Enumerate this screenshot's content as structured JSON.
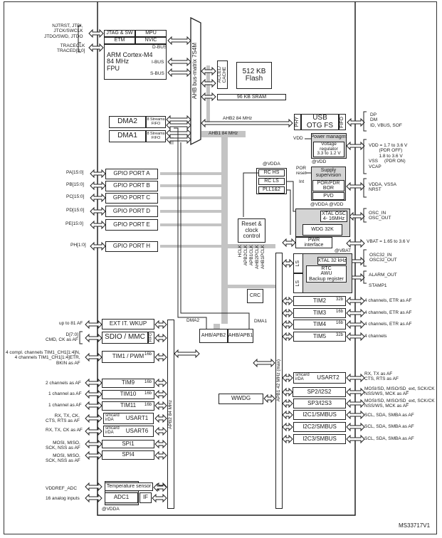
{
  "colors": {
    "line": "#222222",
    "bus_grey": "#c4c4c4",
    "shaded": "#d4d4d4"
  },
  "blocks": [
    {
      "id": "jtag",
      "label": "JTAG & SW"
    },
    {
      "id": "mpu",
      "label": "MPU"
    },
    {
      "id": "etm",
      "label": "ETM"
    },
    {
      "id": "nvic",
      "label": "NVIC"
    },
    {
      "id": "cortex",
      "label": "ARM Cortex-M4\n84 MHz\nFPU"
    },
    {
      "id": "accel",
      "label": "ACCEL/\nCACHE"
    },
    {
      "id": "flash",
      "label": "512 KB\nFlash"
    },
    {
      "id": "sram",
      "label": "96 KB SRAM"
    },
    {
      "id": "dma2",
      "label": "DMA2"
    },
    {
      "id": "dma2f",
      "label": "8 Streams\nFIFO"
    },
    {
      "id": "dma1",
      "label": "DMA1"
    },
    {
      "id": "dma1f",
      "label": "8 Streams\nFIFO"
    },
    {
      "id": "usbphy",
      "label": "PHY"
    },
    {
      "id": "usb",
      "label": "USB\nOTG FS"
    },
    {
      "id": "usbfifo",
      "label": "FIFO"
    },
    {
      "id": "gpioa",
      "label": "GPIO PORT A"
    },
    {
      "id": "gpiob",
      "label": "GPIO PORT B"
    },
    {
      "id": "gpioc",
      "label": "GPIO PORT C"
    },
    {
      "id": "gpiod",
      "label": "GPIO PORT D"
    },
    {
      "id": "gpioe",
      "label": "GPIO PORT E"
    },
    {
      "id": "gpioh",
      "label": "GPIO PORT H"
    },
    {
      "id": "pwrmgmt",
      "label": "Power managmt"
    },
    {
      "id": "vreg",
      "label": "Voltage\nregulator\n3.3 to 1.2 V"
    },
    {
      "id": "rcbox",
      "label": ""
    },
    {
      "id": "rchs",
      "label": "RC HS"
    },
    {
      "id": "rcls",
      "label": "RC LS"
    },
    {
      "id": "pll",
      "label": "PLL1&2"
    },
    {
      "id": "supply",
      "label": "Supply\nsupervision"
    },
    {
      "id": "por",
      "label": "POR/PDR\nBOR"
    },
    {
      "id": "pvd",
      "label": "PVD"
    },
    {
      "id": "oscbox",
      "label": ""
    },
    {
      "id": "xtal",
      "label": "XTAL OSC\n4- 16MHz"
    },
    {
      "id": "wdg",
      "label": "WDG 32K"
    },
    {
      "id": "pwrif",
      "label": "PWR\ninterface"
    },
    {
      "id": "rtcbox",
      "label": ""
    },
    {
      "id": "ls1",
      "label": "LS"
    },
    {
      "id": "ls2",
      "label": "LS"
    },
    {
      "id": "xtal32",
      "label": "XTAL 32 kHz"
    },
    {
      "id": "rtc",
      "label": "RTC\nAWU\nBackup register"
    },
    {
      "id": "rcc",
      "label": "Reset &\nclock\ncontrol"
    },
    {
      "id": "crc",
      "label": "CRC"
    },
    {
      "id": "ahbapb2",
      "label": "AHB/APB2"
    },
    {
      "id": "ahbapb1",
      "label": "AHB/APB1"
    },
    {
      "id": "apb2bus",
      "label": "APB2 84 MHz"
    },
    {
      "id": "apb1bus",
      "label": "APB1 42 MHz (max)"
    },
    {
      "id": "extit",
      "label": "EXT IT. WKUP"
    },
    {
      "id": "sdio",
      "label": "SDIO / MMC"
    },
    {
      "id": "sdiofifo",
      "label": "FIFO"
    },
    {
      "id": "tim1",
      "label": "TIM1 / PWM",
      "tag": "16b"
    },
    {
      "id": "tim9",
      "label": "TIM9",
      "tag": "16b"
    },
    {
      "id": "tim10",
      "label": "TIM10",
      "tag": "16b"
    },
    {
      "id": "tim11",
      "label": "TIM11",
      "tag": "16b"
    },
    {
      "id": "usart1",
      "label": "USART1",
      "tag": "smcard\nirDA"
    },
    {
      "id": "usart6",
      "label": "USART6",
      "tag": "smcard\nirDA"
    },
    {
      "id": "spi1",
      "label": "SPI1"
    },
    {
      "id": "spi4",
      "label": "SPI4"
    },
    {
      "id": "adcbox",
      "label": ""
    },
    {
      "id": "temp",
      "label": "Temperature sensor"
    },
    {
      "id": "adc1",
      "label": "ADC1"
    },
    {
      "id": "adcif",
      "label": "IF"
    },
    {
      "id": "tim2",
      "label": "TIM2",
      "tag": "32b"
    },
    {
      "id": "tim3",
      "label": "TIM3",
      "tag": "16b"
    },
    {
      "id": "tim4",
      "label": "TIM4",
      "tag": "16b"
    },
    {
      "id": "tim5",
      "label": "TIM5",
      "tag": "32b"
    },
    {
      "id": "usart2",
      "label": "USART2",
      "tag": "smcard\nirDA"
    },
    {
      "id": "spi2",
      "label": "SP2/I2S2"
    },
    {
      "id": "spi3",
      "label": "SP3/I2S3"
    },
    {
      "id": "i2c1",
      "label": "I2C1/SMBUS"
    },
    {
      "id": "i2c2",
      "label": "I2C2/SMBUS"
    },
    {
      "id": "i2c3",
      "label": "I2C3/SMBUS"
    },
    {
      "id": "wwdg",
      "label": "WWDG"
    }
  ],
  "texts": [
    {
      "id": "sig-jtag",
      "label": "NJTRST, JTDI,\nJTCK/SWCLK\nJTDO/SWD, JTDO"
    },
    {
      "id": "sig-trace",
      "label": "TRACECLK\nTRACED[3:0]"
    },
    {
      "id": "dbus",
      "label": "D-BUS"
    },
    {
      "id": "ibus",
      "label": "I-BUS"
    },
    {
      "id": "sbus",
      "label": "S-BUS"
    },
    {
      "id": "busmatrix",
      "label": "AHB bus-matrix 7S4M"
    },
    {
      "id": "ahb2",
      "label": "AHB2 84 MHz"
    },
    {
      "id": "ahb1",
      "label": "AHB1 84 MHz"
    },
    {
      "id": "sig-pa",
      "label": "PA[15:0]"
    },
    {
      "id": "sig-pb",
      "label": "PB[15:0]"
    },
    {
      "id": "sig-pc",
      "label": "PC[15:0]"
    },
    {
      "id": "sig-pd",
      "label": "PD[15:0]"
    },
    {
      "id": "sig-pe",
      "label": "PE[15:0]"
    },
    {
      "id": "sig-ph",
      "label": "PH[1:0]"
    },
    {
      "id": "sig-usb",
      "label": "DP\nDM\nID, VBUS, SOF"
    },
    {
      "id": "vdd-out",
      "label": "VDD"
    },
    {
      "id": "at-vdd1",
      "label": "@VDD"
    },
    {
      "id": "at-vdda1",
      "label": "@VDDA"
    },
    {
      "id": "sig-vdd",
      "label": "VDD = 1.7 to 3.6 V\n        (PDR OFF)\n        1.8 to 3.6 V\nVSS     (PDR ON)\nVCAP"
    },
    {
      "id": "por-reset",
      "label": "POR\nreset"
    },
    {
      "id": "int",
      "label": "Int"
    },
    {
      "id": "sig-vdda",
      "label": "VDDA, VSSA\nNRST"
    },
    {
      "id": "at-vdda-vdd",
      "label": "@VDDA @VDD"
    },
    {
      "id": "sig-osc",
      "label": "OSC_IN\nOSC_OUT"
    },
    {
      "id": "sig-vbat",
      "label": "VBAT = 1.65 to 3.6 V"
    },
    {
      "id": "at-vbat",
      "label": "@VBAT"
    },
    {
      "id": "sig-osc32",
      "label": "OSC32_IN\nOSC32_OUT"
    },
    {
      "id": "sig-alarm",
      "label": "ALARM_OUT\n\nSTAMP1"
    },
    {
      "id": "clk-hclk",
      "label": "HCLK"
    },
    {
      "id": "clk-apb2",
      "label": "APB2CLK"
    },
    {
      "id": "clk-apb1",
      "label": "APB1CLK"
    },
    {
      "id": "clk-ahb2",
      "label": "AHB2PCLK"
    },
    {
      "id": "clk-ahb1",
      "label": "AHB1PCLK"
    },
    {
      "id": "dma2-lbl",
      "label": "DMA2"
    },
    {
      "id": "dma1-lbl",
      "label": "DMA1"
    },
    {
      "id": "sig-extit",
      "label": "up to 81 AF"
    },
    {
      "id": "sig-sdio",
      "label": "D[7:0]\nCMD, CK as AF"
    },
    {
      "id": "sig-tim1",
      "label": "4 compl. channels TIM1_CH1[1:4]N,\n4 channels TIM1_CH1[1:4]ETR,\nBKIN as AF"
    },
    {
      "id": "sig-tim9",
      "label": "2 channels as AF"
    },
    {
      "id": "sig-tim10",
      "label": "1 channel as AF"
    },
    {
      "id": "sig-tim11",
      "label": "1 channel as AF"
    },
    {
      "id": "sig-usart1",
      "label": "RX, TX, CK,\nCTS, RTS as AF"
    },
    {
      "id": "sig-usart6",
      "label": "RX, TX, CK as AF"
    },
    {
      "id": "sig-spi1",
      "label": "MOSI, MISO,\nSCK, NSS as AF"
    },
    {
      "id": "sig-spi4",
      "label": "MOSI, MISO,\nSCK, NSS as AF"
    },
    {
      "id": "sig-vref",
      "label": "VDDREF_ADC"
    },
    {
      "id": "sig-analog",
      "label": "16 analog inputs"
    },
    {
      "id": "at-vdda2",
      "label": "@VDDA"
    },
    {
      "id": "sig-tim2",
      "label": "4 channels, ETR as AF"
    },
    {
      "id": "sig-tim3",
      "label": "4 channels, ETR as AF"
    },
    {
      "id": "sig-tim4",
      "label": "4 channels, ETR as AF"
    },
    {
      "id": "sig-tim5",
      "label": "4 channels"
    },
    {
      "id": "sig-usart2",
      "label": "RX, TX as AF\nCTS, RTS as AF"
    },
    {
      "id": "sig-spi2",
      "label": "MOSI/SD, MISO/SD_ext, SCK/CK\nNSS/WS, MCK as AF"
    },
    {
      "id": "sig-spi3",
      "label": "MOSI/SD, MISO/SD_ext, SCK/CK\nNSS/WS, MCK as AF"
    },
    {
      "id": "sig-i2c1",
      "label": "SCL, SDA, SMBA as AF"
    },
    {
      "id": "sig-i2c2",
      "label": "SCL, SDA, SMBA as AF"
    },
    {
      "id": "sig-i2c3",
      "label": "SCL, SDA, SMBA as AF"
    },
    {
      "id": "docid",
      "label": "MS33717V1"
    }
  ]
}
